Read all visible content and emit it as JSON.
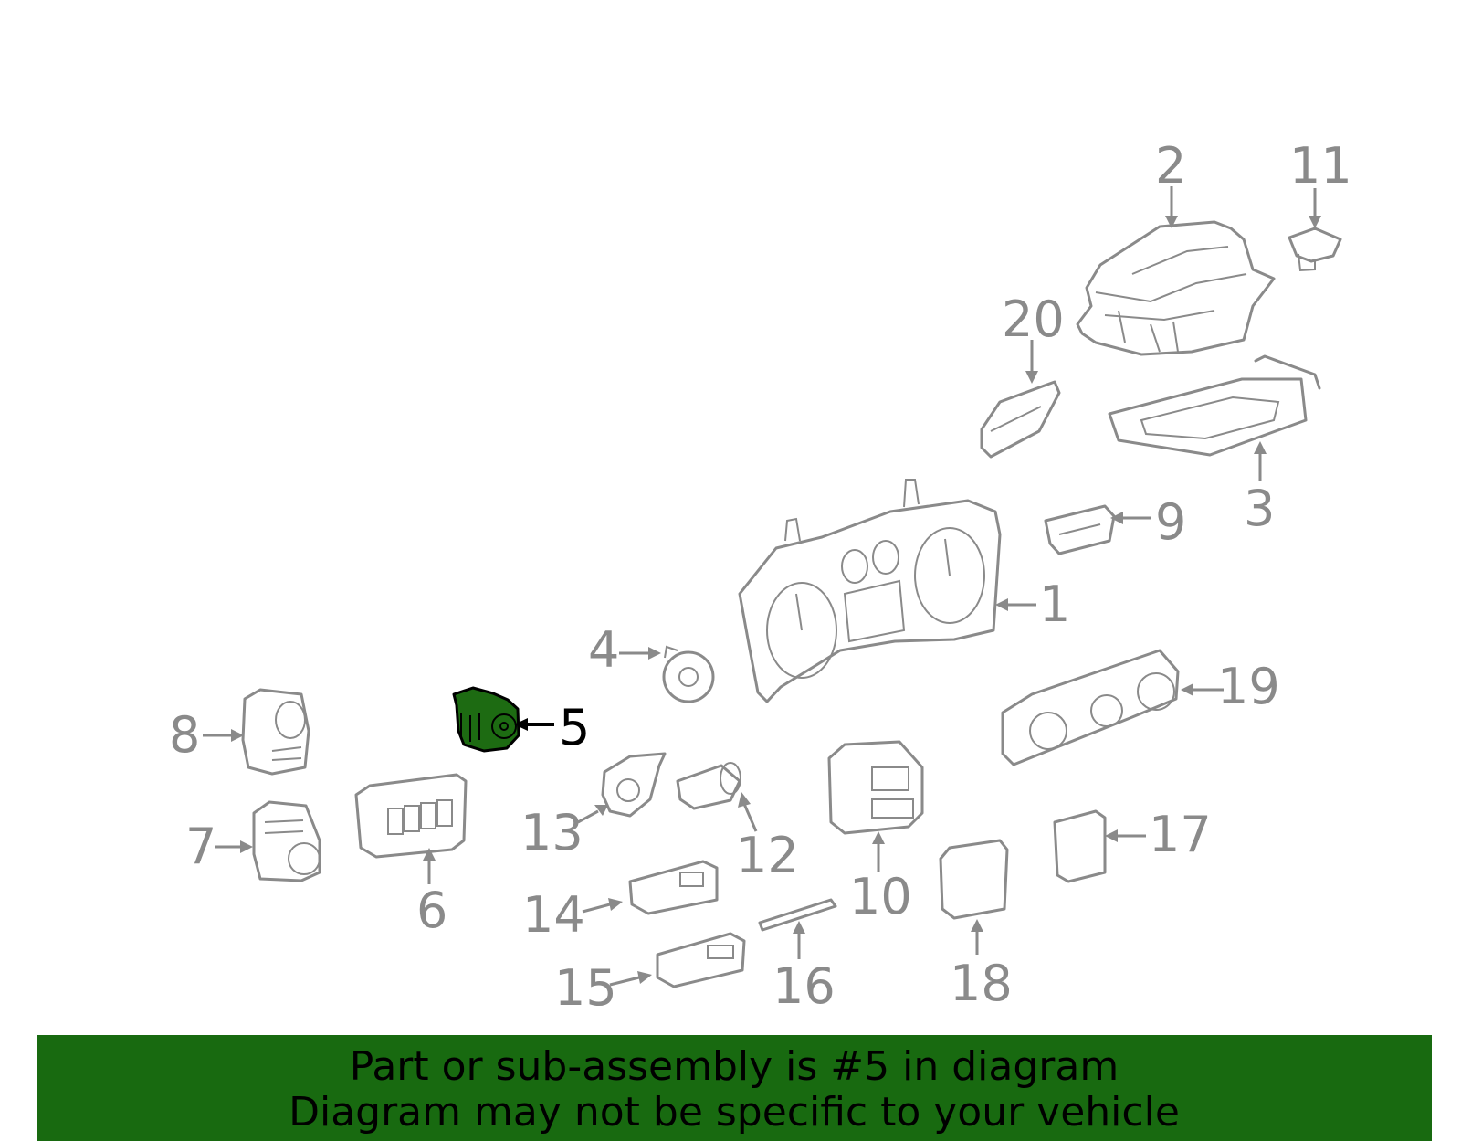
{
  "diagram": {
    "highlighted_part": "5",
    "callouts": [
      "1",
      "2",
      "3",
      "4",
      "5",
      "6",
      "7",
      "8",
      "9",
      "10",
      "11",
      "12",
      "13",
      "14",
      "15",
      "16",
      "17",
      "18",
      "19",
      "20"
    ]
  },
  "banner": {
    "line1": "Part or sub-assembly is #5 in diagram",
    "line2": "Diagram may not be specific to your vehicle"
  },
  "colors": {
    "banner_bg": "#186a10",
    "highlight_part": "#1d6b12",
    "line_art": "#8a8a8a"
  }
}
